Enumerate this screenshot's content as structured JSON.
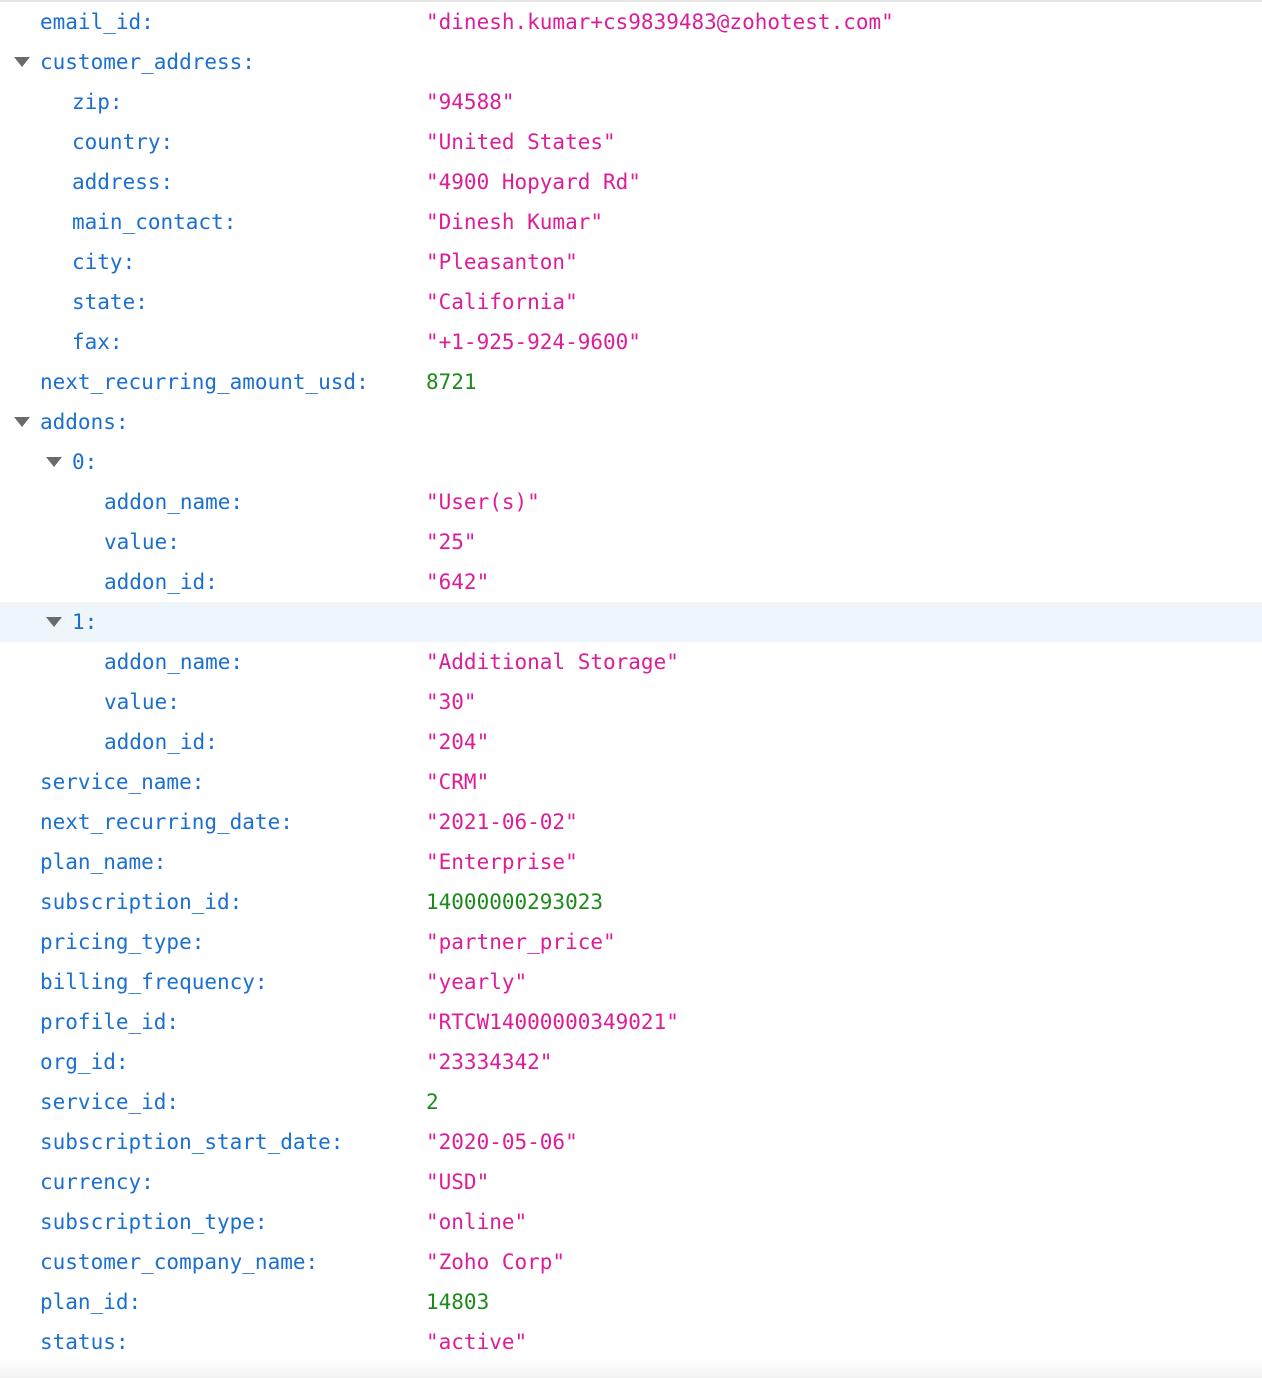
{
  "email_id": {
    "key": "email_id:",
    "value": "\"dinesh.kumar+cs9839483@zohotest.com\""
  },
  "customer_address": {
    "key": "customer_address:",
    "zip": {
      "key": "zip:",
      "value": "\"94588\""
    },
    "country": {
      "key": "country:",
      "value": "\"United States\""
    },
    "address": {
      "key": "address:",
      "value": "\"4900 Hopyard Rd\""
    },
    "main_contact": {
      "key": "main_contact:",
      "value": "\"Dinesh Kumar\""
    },
    "city": {
      "key": "city:",
      "value": "\"Pleasanton\""
    },
    "state": {
      "key": "state:",
      "value": "\"California\""
    },
    "fax": {
      "key": "fax:",
      "value": "\"+1-925-924-9600\""
    }
  },
  "next_recurring_amount_usd": {
    "key": "next_recurring_amount_usd:",
    "value": "8721"
  },
  "addons": {
    "key": "addons:",
    "items": [
      {
        "key": "0:",
        "addon_name": {
          "key": "addon_name:",
          "value": "\"User(s)\""
        },
        "value": {
          "key": "value:",
          "value": "\"25\""
        },
        "addon_id": {
          "key": "addon_id:",
          "value": "\"642\""
        }
      },
      {
        "key": "1:",
        "addon_name": {
          "key": "addon_name:",
          "value": "\"Additional Storage\""
        },
        "value": {
          "key": "value:",
          "value": "\"30\""
        },
        "addon_id": {
          "key": "addon_id:",
          "value": "\"204\""
        }
      }
    ]
  },
  "service_name": {
    "key": "service_name:",
    "value": "\"CRM\""
  },
  "next_recurring_date": {
    "key": "next_recurring_date:",
    "value": "\"2021-06-02\""
  },
  "plan_name": {
    "key": "plan_name:",
    "value": "\"Enterprise\""
  },
  "subscription_id": {
    "key": "subscription_id:",
    "value": "14000000293023"
  },
  "pricing_type": {
    "key": "pricing_type:",
    "value": "\"partner_price\""
  },
  "billing_frequency": {
    "key": "billing_frequency:",
    "value": "\"yearly\""
  },
  "profile_id": {
    "key": "profile_id:",
    "value": "\"RTCW14000000349021\""
  },
  "org_id": {
    "key": "org_id:",
    "value": "\"23334342\""
  },
  "service_id": {
    "key": "service_id:",
    "value": "2"
  },
  "subscription_start_date": {
    "key": "subscription_start_date:",
    "value": "\"2020-05-06\""
  },
  "currency": {
    "key": "currency:",
    "value": "\"USD\""
  },
  "subscription_type": {
    "key": "subscription_type:",
    "value": "\"online\""
  },
  "customer_company_name": {
    "key": "customer_company_name:",
    "value": "\"Zoho Corp\""
  },
  "plan_id": {
    "key": "plan_id:",
    "value": "14803"
  },
  "status": {
    "key": "status:",
    "value": "\"active\""
  },
  "colors": {
    "key": "#1a6fd0",
    "string": "#dd1c98",
    "number": "#1b8a1b",
    "row_highlight": "#eef6fc",
    "twisty": "#6b6b6b"
  },
  "icons": {
    "twisty": "chevron-down-icon"
  }
}
